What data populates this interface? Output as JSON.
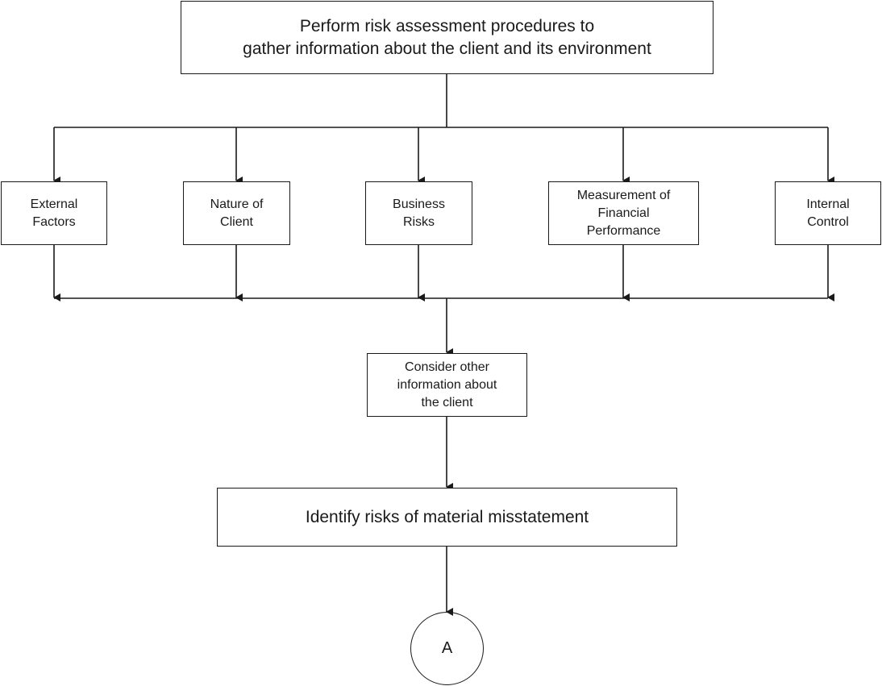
{
  "nodes": {
    "top": [
      "Perform risk assessment procedures to",
      "gather information about the client and its environment"
    ],
    "external_factors": [
      "External",
      "Factors"
    ],
    "nature_of_client": [
      "Nature of",
      "Client"
    ],
    "business_risks": [
      "Business",
      "Risks"
    ],
    "measurement_of_financial_performance": [
      "Measurement of",
      "Financial",
      "Performance"
    ],
    "internal_control": [
      "Internal",
      "Control"
    ],
    "consider_other_information": [
      "Consider other",
      "information about",
      "the client"
    ],
    "identify_risks": [
      "Identify risks of material misstatement"
    ],
    "connector": "A"
  },
  "style": {
    "stroke": "#1a1a1a",
    "fill": "#ffffff"
  }
}
